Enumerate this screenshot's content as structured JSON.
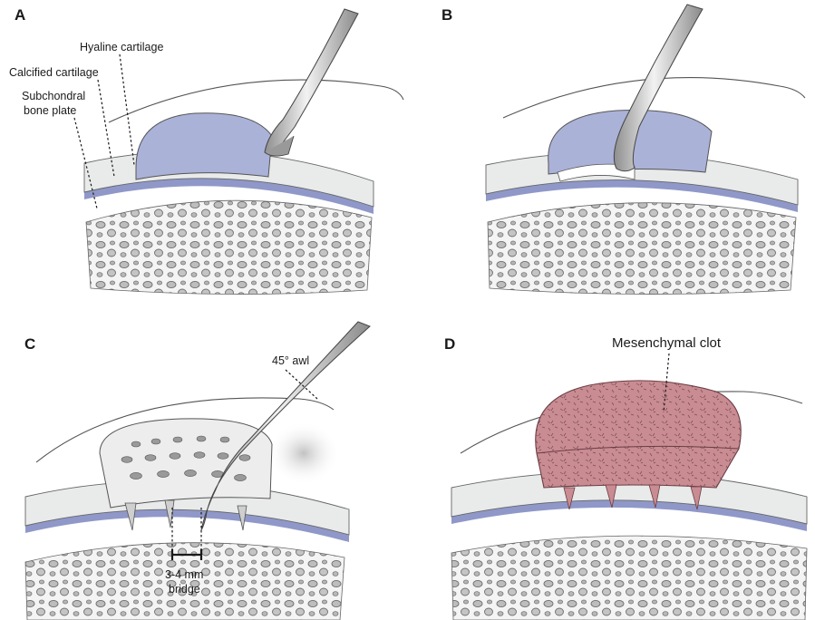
{
  "panels": [
    {
      "letter": "A",
      "labels": {
        "hyaline": "Hyaline cartilage",
        "calcified": "Calcified cartilage",
        "subchondral_1": "Subchondral",
        "subchondral_2": "bone plate"
      }
    },
    {
      "letter": "B"
    },
    {
      "letter": "C",
      "labels": {
        "awl": "45° awl",
        "bridge_1": "3-4 mm",
        "bridge_2": "bridge"
      }
    },
    {
      "letter": "D",
      "labels": {
        "clot": "Mesenchymal clot"
      }
    }
  ],
  "colors": {
    "cartilage": "#e9eaea",
    "defect_fill": "#aab2d8",
    "calcified_line": "#8f98c8",
    "bone": "#d8d8d8",
    "clot": "#c9888f",
    "instrument": "#c4c4c4"
  }
}
